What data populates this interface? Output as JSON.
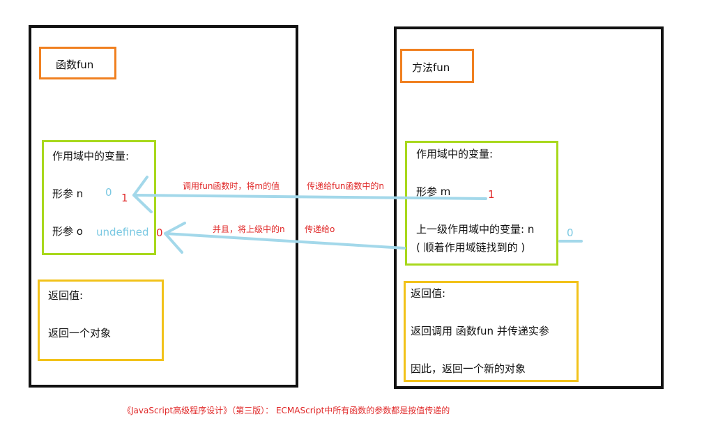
{
  "left": {
    "title": "函数fun",
    "scope_heading": "作用域中的变量:",
    "param_n": "形参 n",
    "param_n_old": "0",
    "param_n_new": "1",
    "param_o": "形参 o",
    "param_o_old": "undefined",
    "param_o_new": "0",
    "return_heading": "返回值:",
    "return_text": "返回一个对象"
  },
  "right": {
    "title": "方法fun",
    "scope_heading": "作用域中的变量:",
    "param_m": "形参 m",
    "param_m_value": "1",
    "outer_var": "上一级作用域中的变量: n",
    "outer_note": "( 顺着作用域链找到的 )",
    "outer_value": "0",
    "return_heading": "返回值:",
    "return_line1": "返回调用 函数fun 并传递实参",
    "return_line2": "因此，返回一个新的对象"
  },
  "arrows": {
    "top_label_a": "调用fun函数时，将m的值",
    "top_label_b": "传递给fun函数中的n",
    "bottom_label_a": "并且，将上级中的n",
    "bottom_label_b": "传递给o"
  },
  "footer": "《JavaScript高级程序设计》（第三版）： ECMAScript中所有函数的参数都是按值传递的",
  "colors": {
    "frame": "#111111",
    "title_box": "#f08020",
    "scope_box": "#a8d81c",
    "return_box": "#f2c21a",
    "arrow": "#a3d8ea",
    "annotation": "#e02828",
    "old_value": "#7ac8e2"
  }
}
